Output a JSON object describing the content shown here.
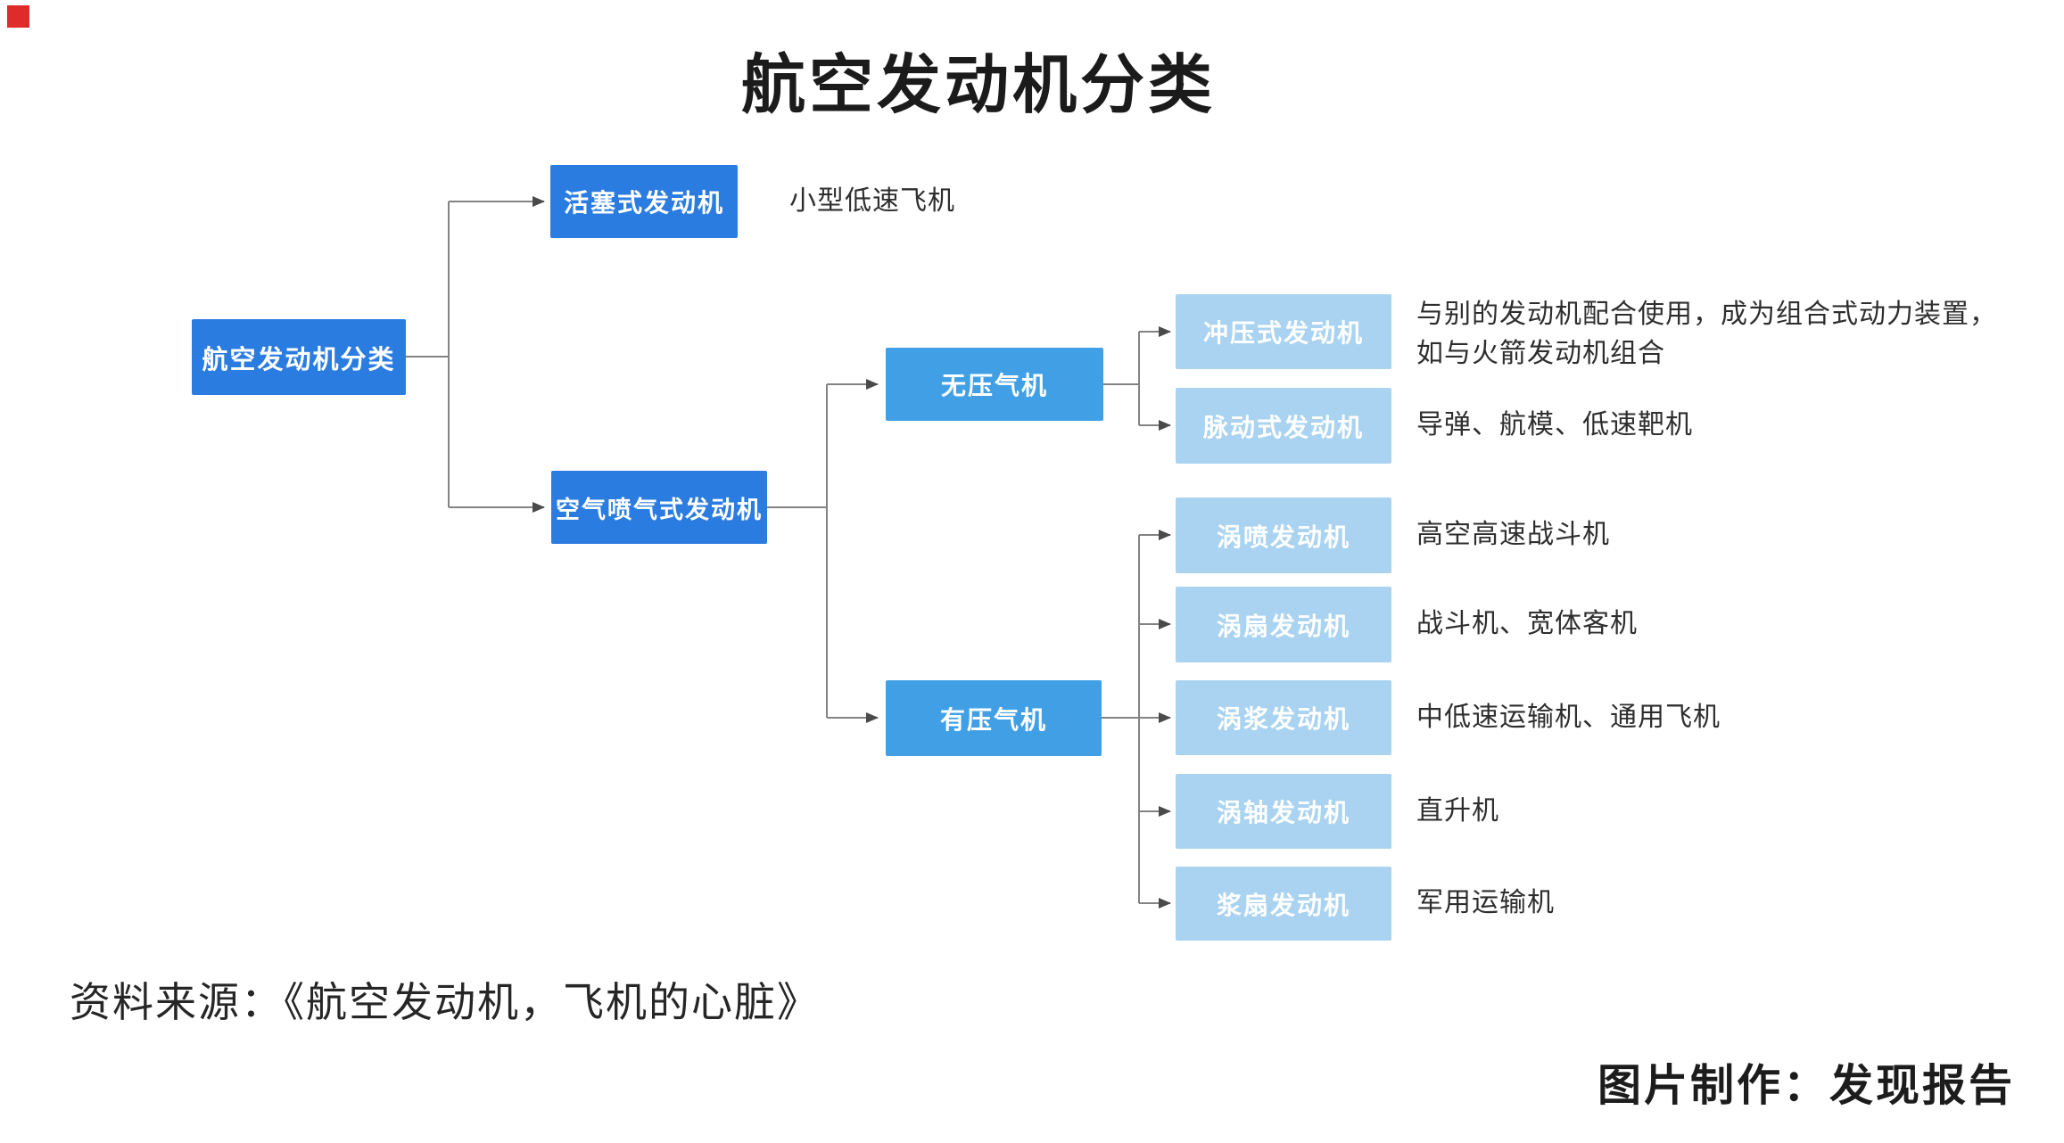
{
  "title": "航空发动机分类",
  "tree": {
    "root": {
      "label": "航空发动机分类"
    },
    "level2": [
      {
        "label": "活塞式发动机",
        "desc": "小型低速飞机"
      },
      {
        "label": "空气喷气式发动机",
        "desc": ""
      }
    ],
    "level3": [
      {
        "label": "无压气机"
      },
      {
        "label": "有压气机"
      }
    ],
    "level4": [
      {
        "label": "冲压式发动机",
        "desc": "与别的发动机配合使用，成为组合式动力装置，\n如与火箭发动机组合"
      },
      {
        "label": "脉动式发动机",
        "desc": "导弹、航模、低速靶机"
      },
      {
        "label": "涡喷发动机",
        "desc": "高空高速战斗机"
      },
      {
        "label": "涡扇发动机",
        "desc": "战斗机、宽体客机"
      },
      {
        "label": "涡浆发动机",
        "desc": "中低速运输机、通用飞机"
      },
      {
        "label": "涡轴发动机",
        "desc": "直升机"
      },
      {
        "label": "浆扇发动机",
        "desc": "军用运输机"
      }
    ]
  },
  "footer": {
    "source": "资料来源：《航空发动机，飞机的心脏》",
    "credit": "图片制作：发现报告"
  },
  "colors": {
    "level1_blue": "#2b7ce0",
    "level2_blue": "#41a0e5",
    "level3_blue": "#a9d3f0",
    "line_gray": "#838383",
    "arrow_gray": "#4a4a4a",
    "corner_mark_red": "#e02b2b",
    "text_dark": "#262626"
  }
}
